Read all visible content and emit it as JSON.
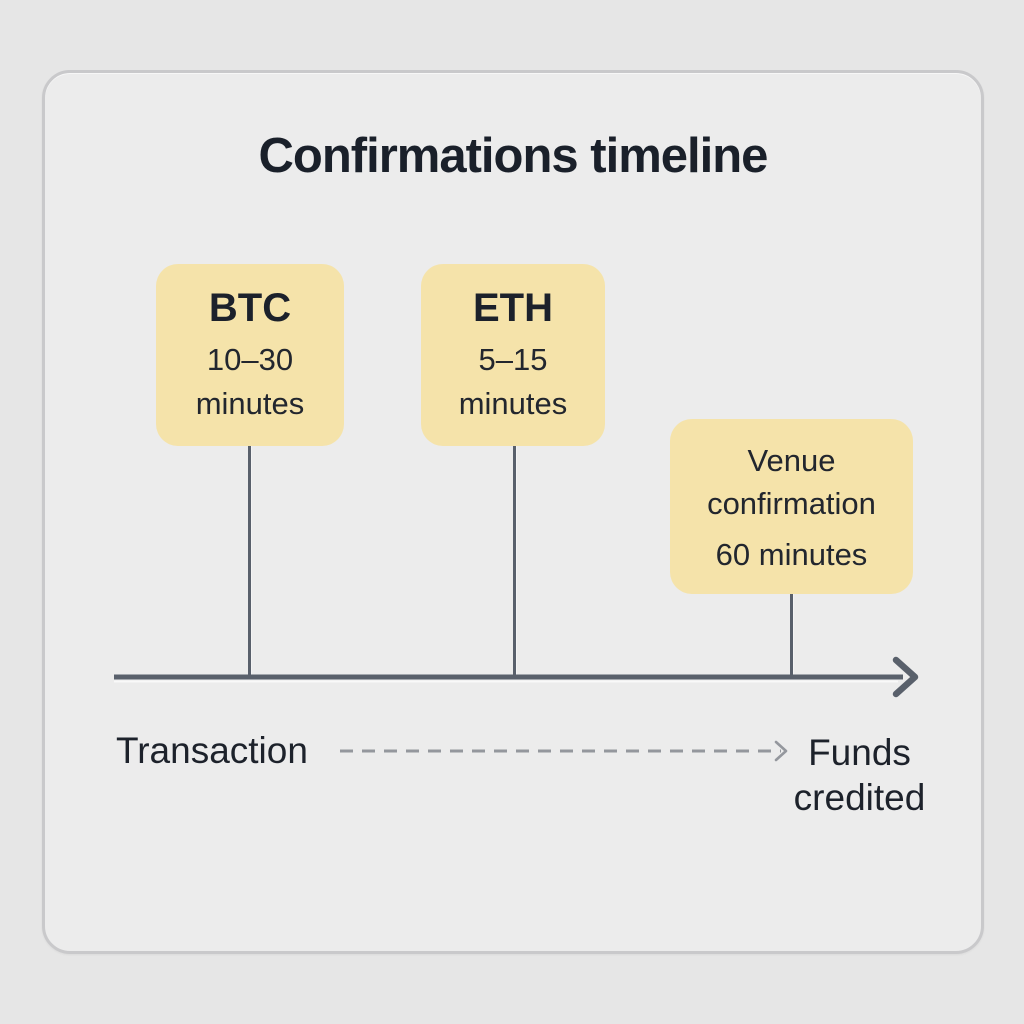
{
  "title": "Confirmations timeline",
  "events": [
    {
      "name": "BTC",
      "duration": "10–30 minutes"
    },
    {
      "name": "ETH",
      "duration": "5–15 minutes"
    },
    {
      "name": "Venue confirmation",
      "duration": "60 minutes"
    }
  ],
  "axis": {
    "start_label": "Transaction",
    "end_label": "Funds credited"
  },
  "icons": {
    "timeline_arrowhead": "arrow-right",
    "flow_arrowhead": "arrow-right"
  },
  "colors": {
    "page_background": "#e6e6e6",
    "card_background": "#ececec",
    "card_border": "#c9c9cb",
    "event_box_fill": "#f5e3aa",
    "timeline_line": "#59606b",
    "dashed_arrow": "#94979d",
    "text_primary": "#1c212b"
  }
}
